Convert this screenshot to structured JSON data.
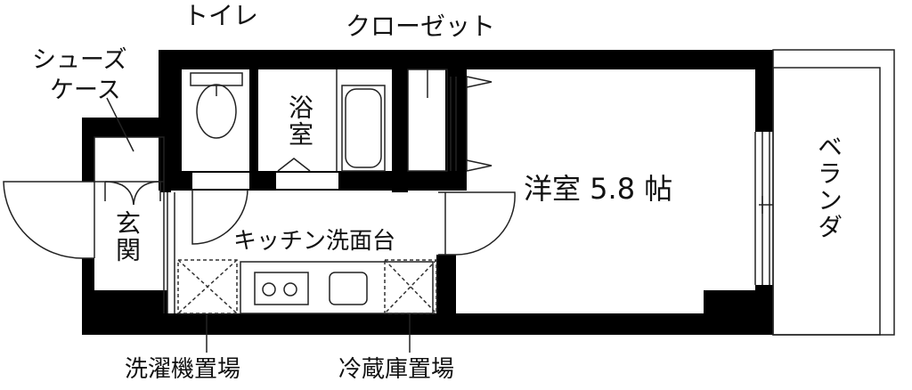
{
  "labels": {
    "toilet": "トイレ",
    "closet": "クローゼット",
    "shoe_case_1": "シューズ",
    "shoe_case_2": "ケース",
    "bath": "浴室",
    "western_room": "洋室 5.8 帖",
    "balcony": "ベランダ",
    "entrance": "玄関",
    "kitchen_sink": "キッチン洗面台",
    "washer_space": "洗濯機置場",
    "fridge_space": "冷蔵庫置場"
  },
  "colors": {
    "wall": "#000000",
    "line": "#222222",
    "dashed": "#333333",
    "background": "#ffffff"
  }
}
